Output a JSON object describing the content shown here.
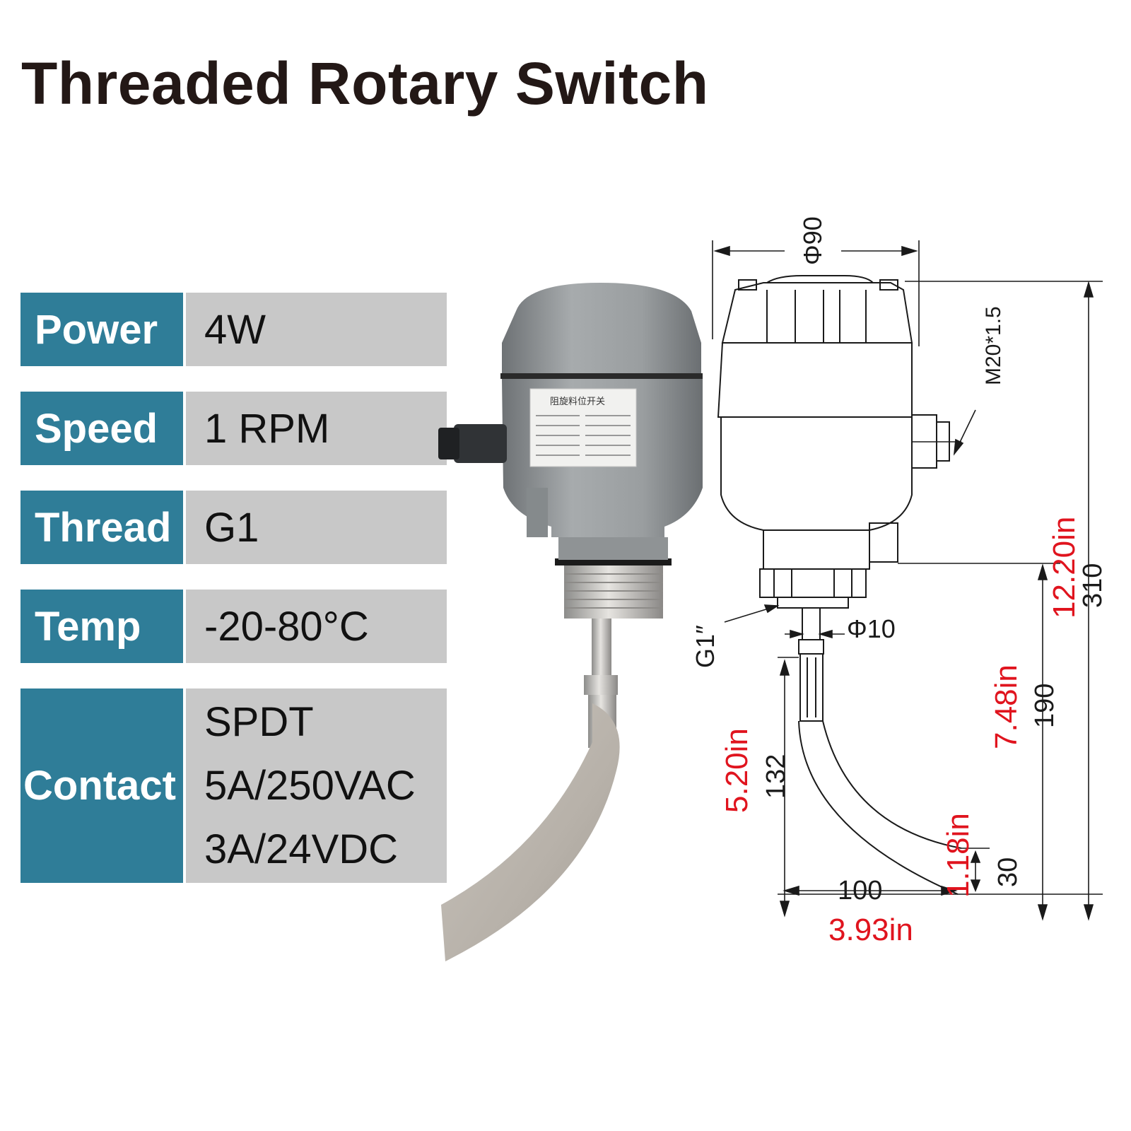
{
  "title": "Threaded Rotary Switch",
  "specs": [
    {
      "label": "Power",
      "values": [
        "4W"
      ]
    },
    {
      "label": "Speed",
      "values": [
        "1 RPM"
      ]
    },
    {
      "label": "Thread",
      "values": [
        "G1"
      ]
    },
    {
      "label": "Temp",
      "values": [
        "-20-80°C"
      ]
    },
    {
      "label": "Contact",
      "values": [
        "SPDT",
        "5A/250VAC",
        "3A/24VDC"
      ]
    }
  ],
  "product_label": {
    "heading": "阻旋料位开关"
  },
  "dimensions": {
    "diameter_top": "Φ90",
    "cable_thread": "M20*1.5",
    "shaft_diameter": "Φ10",
    "process_thread": "G1″",
    "total_height_mm": "310",
    "total_height_in": "12.20in",
    "lower_height_mm": "190",
    "lower_height_in": "7.48in",
    "paddle_height_mm": "132",
    "paddle_height_in": "5.20in",
    "paddle_tip_mm": "30",
    "paddle_tip_in": "1.18in",
    "paddle_width_mm": "100",
    "paddle_width_in": "3.93in"
  },
  "colors": {
    "label_bg": "#2f7d98",
    "value_bg": "#c8c8c8",
    "imperial_dim": "#e0141e"
  }
}
